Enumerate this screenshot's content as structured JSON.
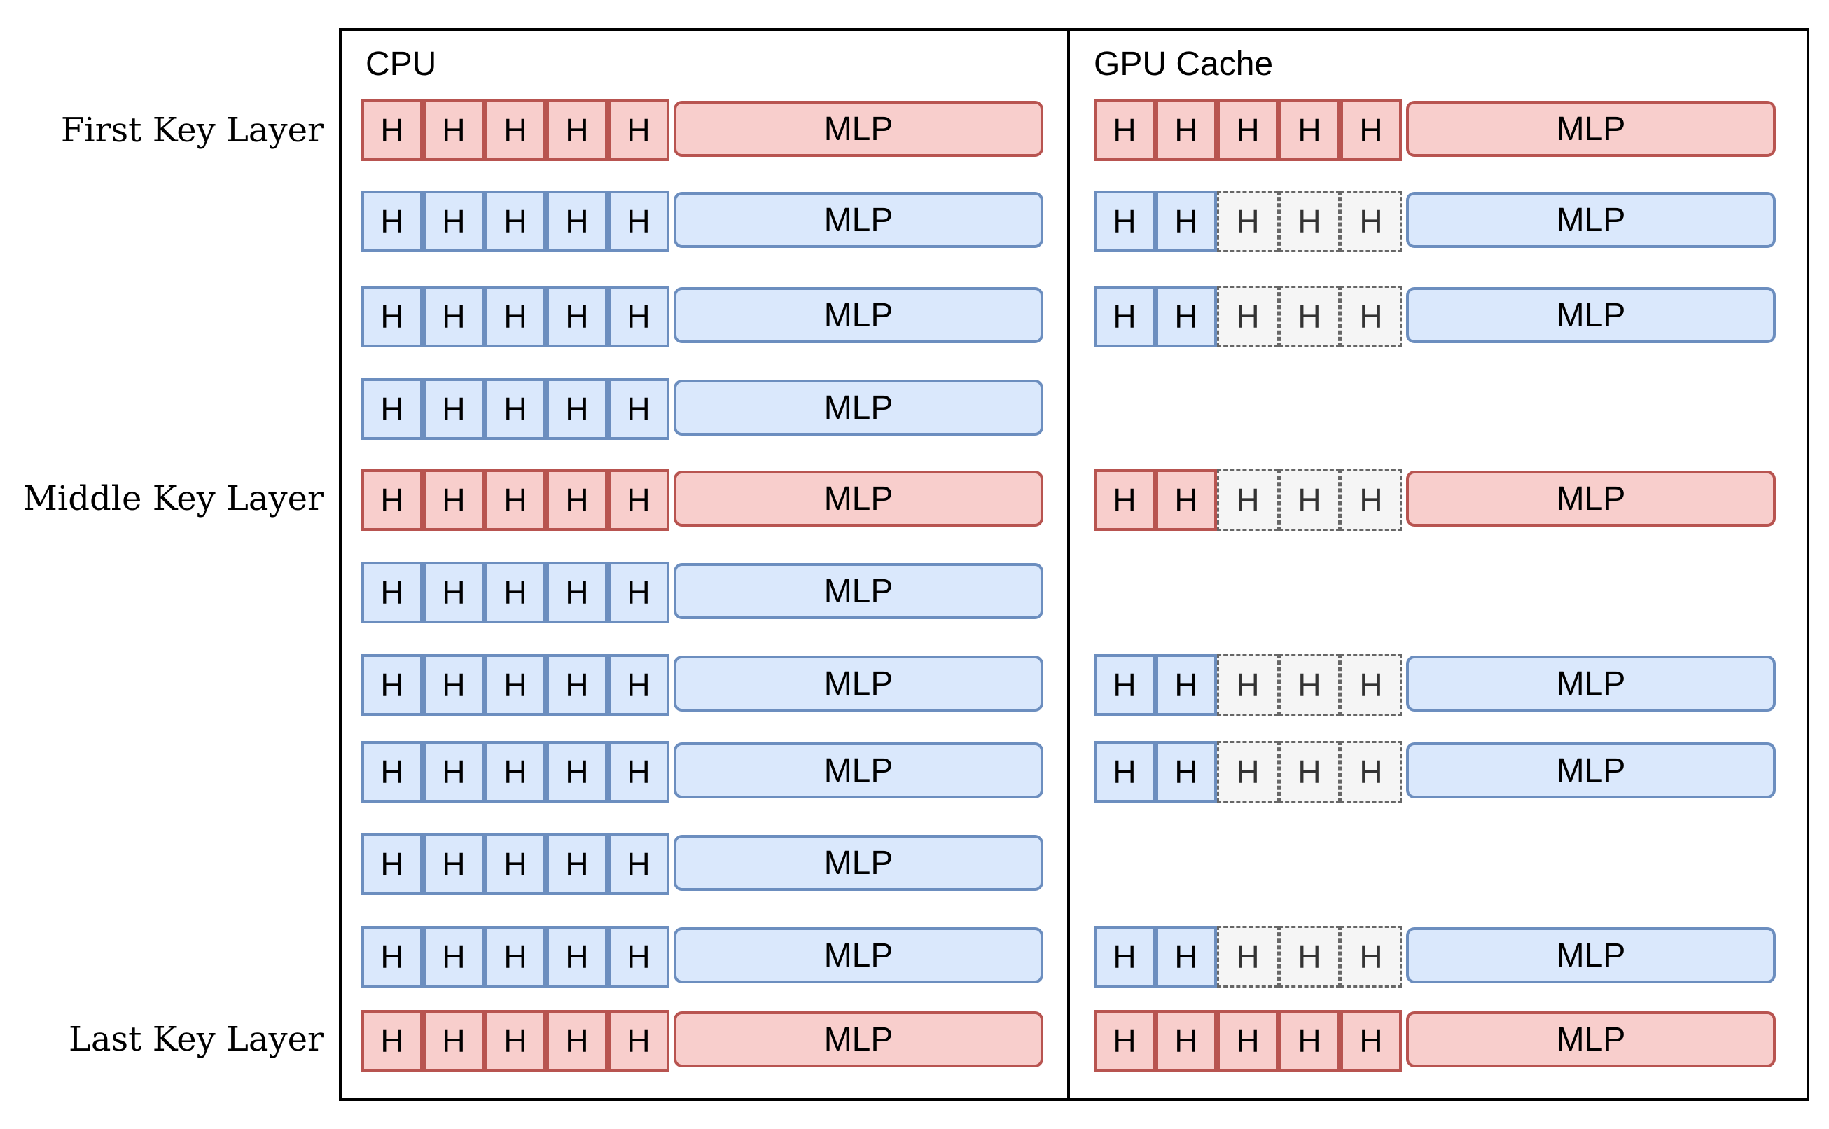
{
  "panels": {
    "cpu_title": "CPU",
    "gpu_title": "GPU Cache"
  },
  "row_labels": {
    "first": "First Key Layer",
    "middle": "Middle Key Layer",
    "last": "Last Key Layer"
  },
  "head_label": "H",
  "mlp_label": "MLP",
  "colors": {
    "key_fill": "#f8cecc",
    "key_border": "#b85450",
    "normal_fill": "#dae8fc",
    "normal_border": "#6c8ebf",
    "evicted_fill": "#f5f5f5",
    "evicted_border": "#666666"
  },
  "layers": [
    {
      "key": true,
      "cpu_heads": 5,
      "gpu_cached_heads": 5,
      "gpu_present": true
    },
    {
      "key": false,
      "cpu_heads": 5,
      "gpu_cached_heads": 2,
      "gpu_present": true
    },
    {
      "key": false,
      "cpu_heads": 5,
      "gpu_cached_heads": 2,
      "gpu_present": true
    },
    {
      "key": false,
      "cpu_heads": 5,
      "gpu_cached_heads": 0,
      "gpu_present": false
    },
    {
      "key": true,
      "cpu_heads": 5,
      "gpu_cached_heads": 2,
      "gpu_present": true
    },
    {
      "key": false,
      "cpu_heads": 5,
      "gpu_cached_heads": 0,
      "gpu_present": false
    },
    {
      "key": false,
      "cpu_heads": 5,
      "gpu_cached_heads": 2,
      "gpu_present": true
    },
    {
      "key": false,
      "cpu_heads": 5,
      "gpu_cached_heads": 2,
      "gpu_present": true
    },
    {
      "key": false,
      "cpu_heads": 5,
      "gpu_cached_heads": 0,
      "gpu_present": false
    },
    {
      "key": false,
      "cpu_heads": 5,
      "gpu_cached_heads": 2,
      "gpu_present": true
    },
    {
      "key": true,
      "cpu_heads": 5,
      "gpu_cached_heads": 5,
      "gpu_present": true
    }
  ]
}
